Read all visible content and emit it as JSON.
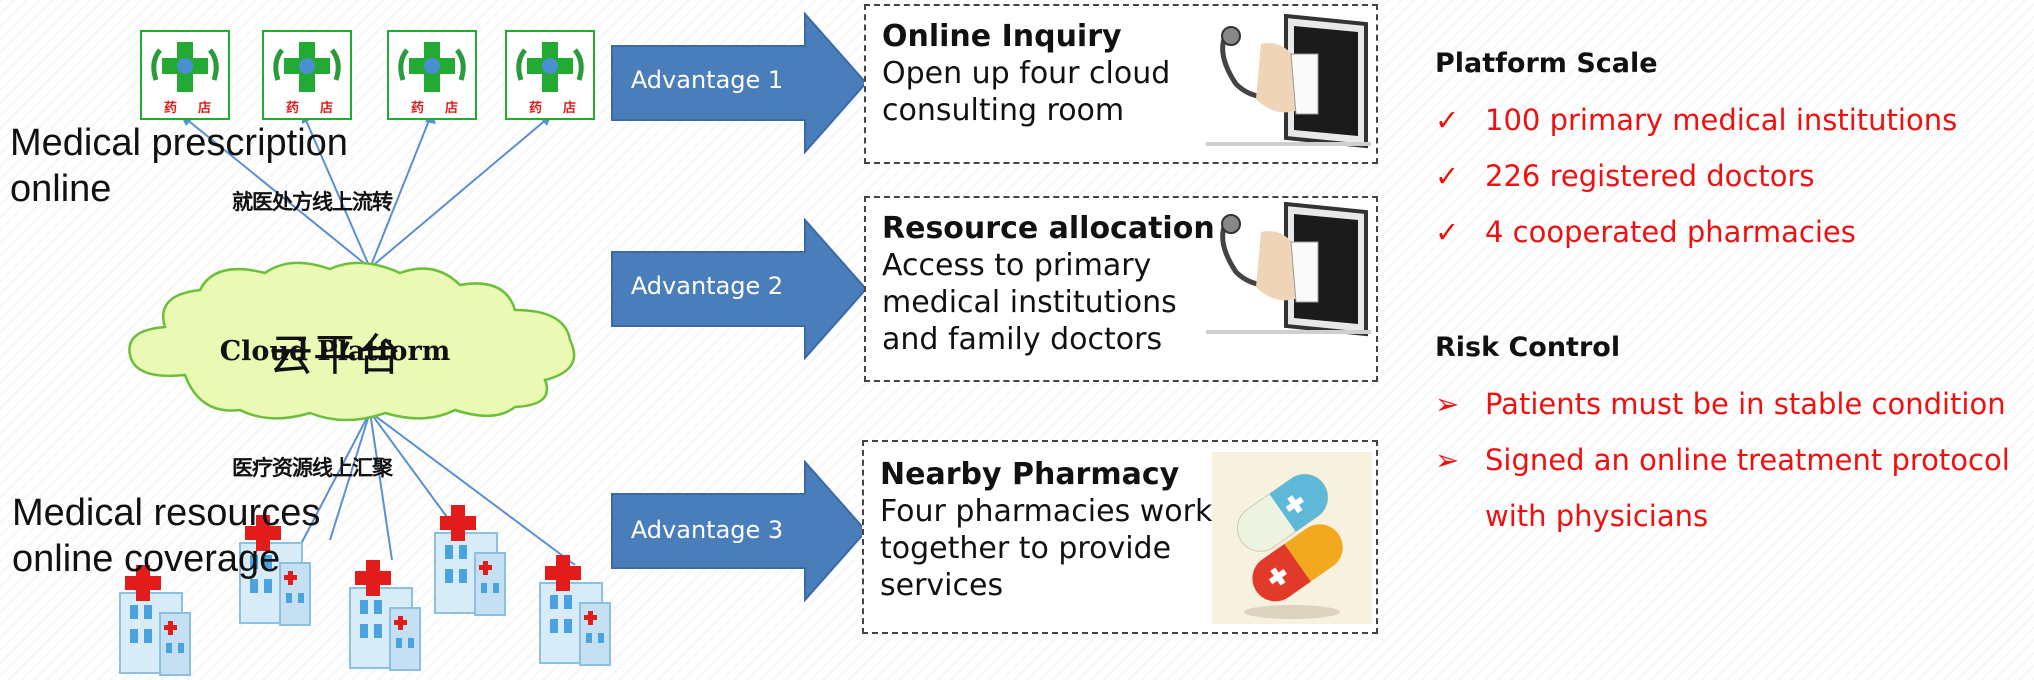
{
  "left": {
    "prescription_label": [
      "Medical prescription",
      "online"
    ],
    "cn_top_label": "就医处方线上流转",
    "cloud_label": "Cloud Platform",
    "cloud_cn_label": "云平台",
    "cn_bottom_label": "医疗资源线上汇聚",
    "resources_label": [
      "Medical resources",
      "online coverage"
    ],
    "pharmacy_sign": [
      "药",
      "店"
    ]
  },
  "advantages": [
    {
      "label": "Advantage  1",
      "title": "Online Inquiry",
      "body": [
        "Open up four cloud",
        "consulting room"
      ]
    },
    {
      "label": "Advantage  2",
      "title": "Resource allocation",
      "body": [
        "Access to primary",
        "medical institutions",
        "and family doctors"
      ]
    },
    {
      "label": "Advantage 3",
      "title": "Nearby Pharmacy",
      "body": [
        "Four pharmacies work",
        "together to provide",
        "services"
      ]
    }
  ],
  "platform_scale": {
    "title": "Platform Scale",
    "items": [
      "100 primary medical institutions",
      "226 registered doctors",
      "4 cooperated pharmacies"
    ]
  },
  "risk_control": {
    "title": "Risk Control",
    "items": [
      "Patients must be in stable condition",
      "Signed an online treatment protocol",
      "with physicians"
    ]
  },
  "marks": {
    "check": "✓",
    "arrow": "➢"
  },
  "colors": {
    "accent_red": "#ee1111",
    "arrow_blue": "#4a7ebb",
    "cloud_green": "#eaf9b4",
    "pharmacy_green": "#22aa33"
  }
}
